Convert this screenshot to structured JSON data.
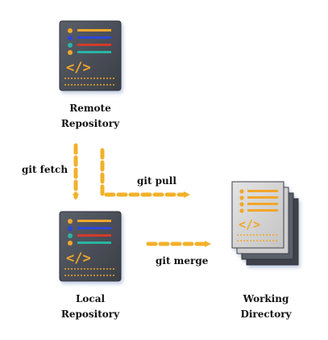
{
  "nodes": {
    "remote": {
      "line1": "Remote",
      "line2": "Repository"
    },
    "local": {
      "line1": "Local",
      "line2": "Repository"
    },
    "working": {
      "line1": "Working",
      "line2": "Directory"
    }
  },
  "edges": {
    "fetch": {
      "label": "git fetch"
    },
    "pull": {
      "label": "git pull"
    },
    "merge": {
      "label": "git merge"
    }
  },
  "colors": {
    "arrow": "#f2b12a",
    "icon_dark": "#4a4f58",
    "icon_light": "#d3d3d3",
    "line_blue": "#2f47d6",
    "line_red": "#d23a2a",
    "line_orange": "#f2a62a",
    "dot_teal": "#2bb3a3"
  },
  "icons": {
    "remote": "code-document-icon",
    "local": "code-document-icon",
    "working": "stacked-pages-icon"
  }
}
